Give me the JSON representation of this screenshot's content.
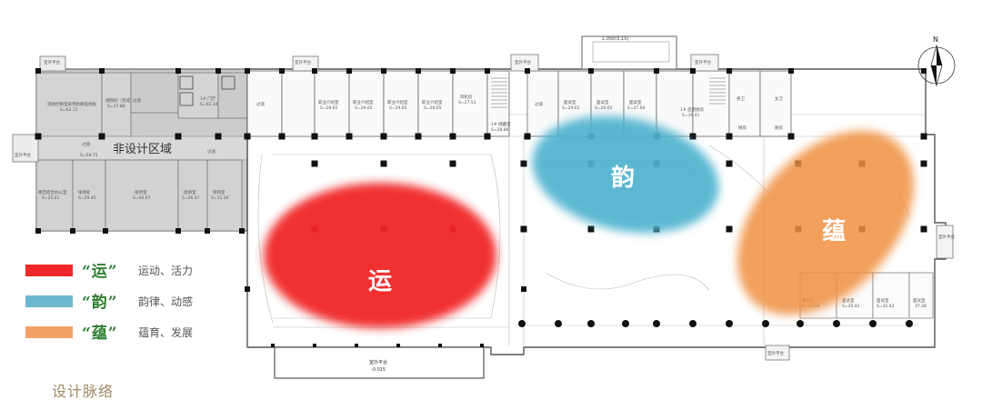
{
  "plan": {
    "non_design_area": "非设计区域",
    "north": "N",
    "elevation_top": "1.050(3.15)",
    "elevation_bottom": "-0.015",
    "terrace": "室外平台",
    "rooms_top": [
      {
        "name": "消防控制室采用防静电地板",
        "area": "S=62.12"
      },
      {
        "name": "储物间（完成）",
        "area": "S=17.88"
      },
      {
        "name": "1# 门厅",
        "area": "S=62.34"
      },
      {
        "name": "过道",
        "area": ""
      },
      {
        "name": "职业介绍室",
        "area": "S=29.65"
      },
      {
        "name": "职业介绍室",
        "area": "S=29.65"
      },
      {
        "name": "职业介绍室",
        "area": "S=29.65"
      },
      {
        "name": "职业介绍室",
        "area": "S=29.65"
      },
      {
        "name": "风机房",
        "area": "S=27.53"
      },
      {
        "name": "1# 储藏室",
        "area": "S=28.86"
      },
      {
        "name": "过道",
        "area": ""
      },
      {
        "name": "面试室",
        "area": "S=29.65"
      },
      {
        "name": "面试室",
        "area": "S=29.65"
      },
      {
        "name": "面试室",
        "area": "S=27.64"
      },
      {
        "name": "1# 后用厨房",
        "area": "S=39.41"
      }
    ],
    "rooms_left_lower": [
      {
        "name": "模范结合办公室",
        "area": "S=25.41"
      },
      {
        "name": "接待处",
        "area": "S=29.45"
      },
      {
        "name": "接待室",
        "area": "S=60.87"
      },
      {
        "name": "接待室",
        "area": "S=26.47"
      },
      {
        "name": "接待室",
        "area": "S=31.30"
      }
    ],
    "corridor_left": {
      "name": "过道",
      "area": "S=59.75"
    },
    "rooms_right_lower": [
      {
        "name": "面试室",
        "area": "S=33.58"
      },
      {
        "name": "面试室",
        "area": "S=35.42"
      },
      {
        "name": "面试室",
        "area": "S=35.42"
      },
      {
        "name": "面试室",
        "area": "37.28"
      }
    ],
    "misc_labels": [
      "男卫",
      "女卫",
      "厨房",
      "过道",
      "设备间"
    ],
    "zones": [
      {
        "label": "运",
        "color": "#f02828"
      },
      {
        "label": "韵",
        "color": "#4fb3cf"
      },
      {
        "label": "蕴",
        "color": "#f09040"
      }
    ]
  },
  "legend": [
    {
      "key": "“运”",
      "desc": "运动、活力",
      "color": "#f02828"
    },
    {
      "key": "“韵”",
      "desc": "韵律、动感",
      "color": "#6bb9cf"
    },
    {
      "key": "“蕴”",
      "desc": "蕴育、发展",
      "color": "#f2a266"
    }
  ],
  "footer": "设计脉络"
}
